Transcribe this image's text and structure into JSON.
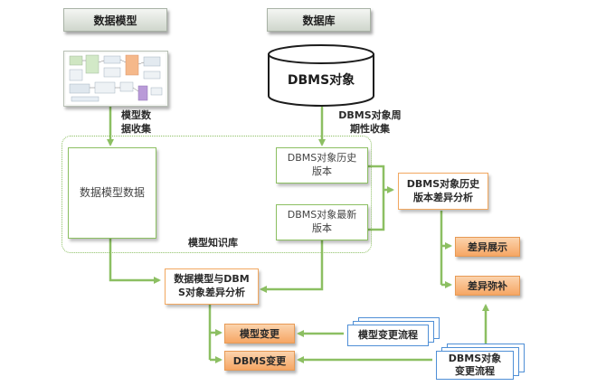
{
  "headers": {
    "data_model": "数据模型",
    "database": "数据库"
  },
  "database_cylinder": {
    "label": "DBMS对象"
  },
  "annotations": {
    "model_data_collection": [
      "模型数",
      "据收集"
    ],
    "dbms_periodic_collection": [
      "DBMS对象周",
      "期性收集"
    ],
    "model_knowledge_base": "模型知识库"
  },
  "boxes": {
    "model_data": "数据模型数据",
    "dbms_history_version": [
      "DBMS对象历史",
      "版本"
    ],
    "dbms_latest_version": [
      "DBMS对象最新",
      "版本"
    ],
    "dbms_history_diff_analysis": [
      "DBMS对象历史",
      "版本差异分析"
    ],
    "model_vs_dbms_diff_analysis": [
      "数据模型与DBM",
      "S对象差异分析"
    ],
    "diff_display": "差异展示",
    "diff_remedy": "差异弥补",
    "model_change": "模型变更",
    "dbms_change": "DBMS变更"
  },
  "documents": {
    "model_change_process": "模型变更流程",
    "dbms_change_process": [
      "DBMS对象",
      "变更流程"
    ]
  },
  "colors": {
    "arrow_green": "#8cbf62",
    "orange_border": "#f2a860",
    "document_blue": "#4f8fd6",
    "dotted_border": "#8cbf62"
  }
}
